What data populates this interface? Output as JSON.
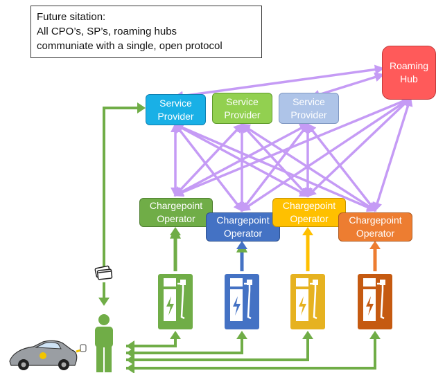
{
  "caption": {
    "line1": "Future sitation:",
    "line2": "All CPO’s, SP’s, roaming hubs",
    "line3": "communiate with a single, open protocol"
  },
  "roaming_hub": {
    "label": "Roaming\nHub",
    "color": "#ff5a5a"
  },
  "service_providers": [
    {
      "label": "Service\nProvider",
      "color": "#19b0e6"
    },
    {
      "label": "Service\nProvider",
      "color": "#92d050"
    },
    {
      "label": "Service\nProvider",
      "color": "#aec4e8"
    }
  ],
  "chargepoint_operators": [
    {
      "label": "Chargepoint\nOperator",
      "color": "#70ad47"
    },
    {
      "label": "Chargepoint\nOperator",
      "color": "#4472c4"
    },
    {
      "label": "Chargepoint\nOperator",
      "color": "#ffc000"
    },
    {
      "label": "Chargepoint\nOperator",
      "color": "#ed7d31"
    }
  ],
  "colors": {
    "protocol_arrows": "#c59bf5",
    "user_arrows": "#70ad47",
    "person": "#70ad47"
  },
  "icons": {
    "chargers": "ev-charger-icon",
    "card": "payment-card-icon",
    "person": "person-icon",
    "car": "electric-car-icon"
  }
}
